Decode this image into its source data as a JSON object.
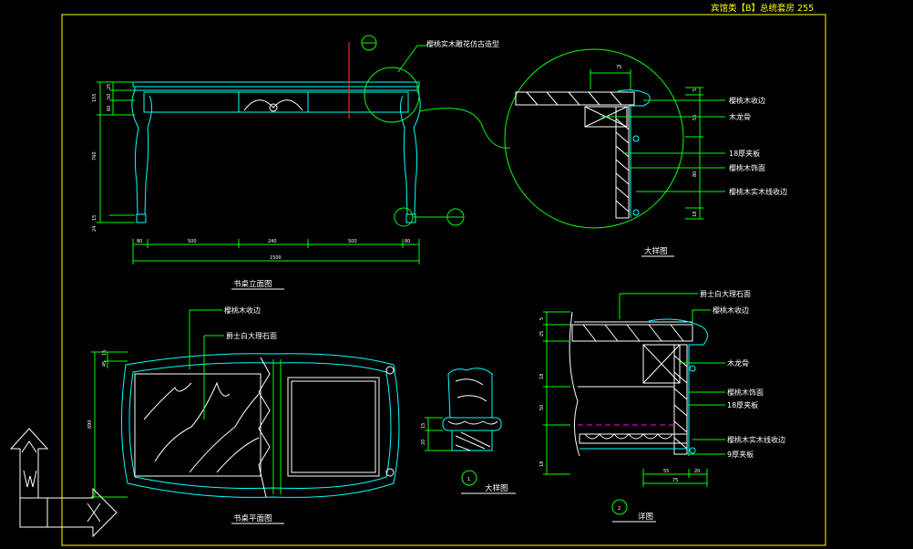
{
  "header": {
    "title": "宾馆类【B】总统套房 255"
  },
  "views": {
    "elevation_title": "书桌立面图",
    "plan_title": "书桌平面图",
    "detail1_title": "大样图",
    "detail2_title": "大样图",
    "detail3_title": "详图",
    "marker_1": "1",
    "marker_2": "2"
  },
  "annotations": {
    "top_carving": "樱桃实木雕花仿古造型",
    "d1_edge": "樱桃木收边",
    "d1_keel": "木龙骨",
    "d1_ply18": "18厚夹板",
    "d1_veneer": "樱桃木饰面",
    "d1_solid_edge": "樱桃木实木线收边",
    "p_edge": "樱桃木收边",
    "p_marble": "爵士白大理石面",
    "d3_marble": "爵士白大理石面",
    "d3_edge": "樱桃木收边",
    "d3_keel": "木龙骨",
    "d3_veneer": "樱桃木饰面",
    "d3_ply18": "18厚夹板",
    "d3_solid_edge": "樱桃木实木线收边",
    "d3_ply9": "9厚夹板"
  },
  "dimensions": {
    "elev_bottom": [
      "80",
      "500",
      "240",
      "500",
      "80"
    ],
    "elev_total": "1500",
    "elev_left": [
      "155",
      "25",
      "50",
      "60"
    ],
    "elev_height": "760",
    "elev_foot": "15",
    "elev_foot2": "24",
    "plan_left": [
      "15",
      "45"
    ],
    "plan_height": "690",
    "small_detail": [
      "15",
      "20"
    ],
    "d1_top": "75",
    "d1_right": [
      "5",
      "55",
      "80",
      "18"
    ],
    "d3_left": [
      "5",
      "25",
      "18",
      "50",
      "18"
    ],
    "d3_bottom": [
      "55",
      "20"
    ],
    "d3_bottom_total": "75"
  }
}
